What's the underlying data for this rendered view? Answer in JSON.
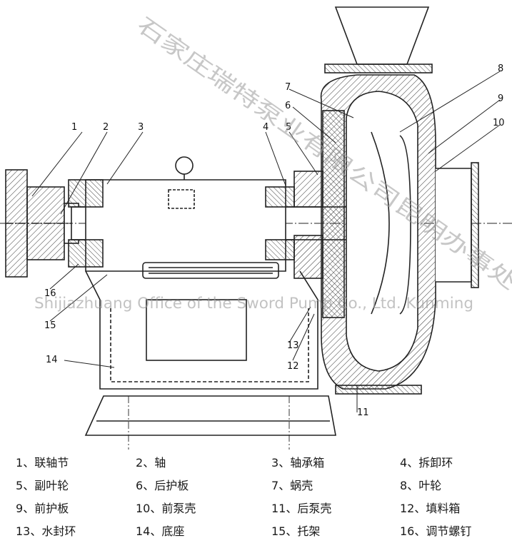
{
  "watermark": {
    "chinese": "石家庄瑞特泵业有限公司昆明办事处",
    "english": "Shijiazhuang Office of the Sword Pump Co., Ltd. Kunming"
  },
  "callouts": [
    "1",
    "2",
    "3",
    "4",
    "5",
    "6",
    "7",
    "8",
    "9",
    "10",
    "11",
    "12",
    "13",
    "14",
    "15",
    "16"
  ],
  "legend": [
    {
      "num": "1",
      "name": "联轴节"
    },
    {
      "num": "2",
      "name": "轴"
    },
    {
      "num": "3",
      "name": "轴承箱"
    },
    {
      "num": "4",
      "name": "拆卸环"
    },
    {
      "num": "5",
      "name": "副叶轮"
    },
    {
      "num": "6",
      "name": "后护板"
    },
    {
      "num": "7",
      "name": "蜗壳"
    },
    {
      "num": "8",
      "name": "叶轮"
    },
    {
      "num": "9",
      "name": "前护板"
    },
    {
      "num": "10",
      "name": "前泵壳"
    },
    {
      "num": "11",
      "name": "后泵壳"
    },
    {
      "num": "12",
      "name": "填料箱"
    },
    {
      "num": "13",
      "name": "水封环"
    },
    {
      "num": "14",
      "name": "底座"
    },
    {
      "num": "15",
      "name": "托架"
    },
    {
      "num": "16",
      "name": "调节螺钉"
    }
  ],
  "legend_separator": "、"
}
